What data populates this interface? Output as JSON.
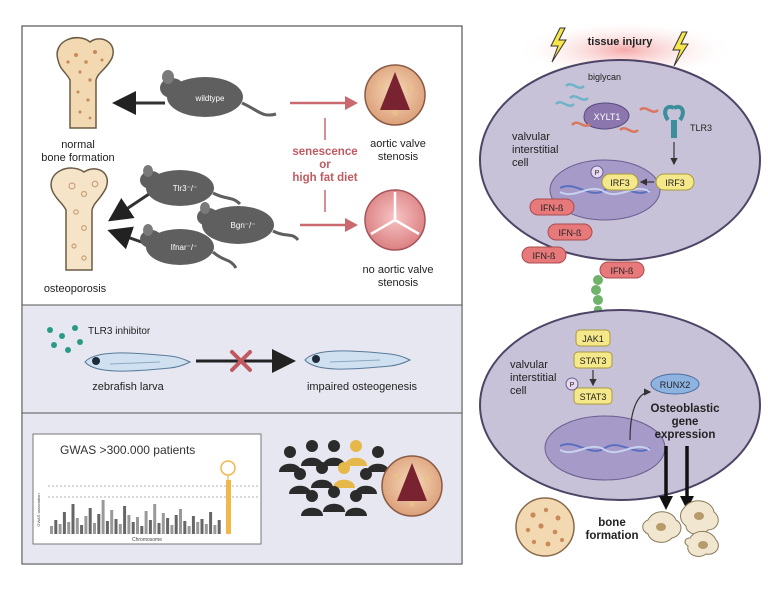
{
  "left_panel": {
    "top": {
      "normal_bone_line1": "normal",
      "normal_bone_line2": "bone formation",
      "osteoporosis": "osteoporosis",
      "mouse_wildtype": "wildtype",
      "mouse_tlr3": "Tlr3⁻/⁻",
      "mouse_bgn": "Bgn⁻/⁻",
      "mouse_ifnar": "Ifnar⁻/⁻",
      "condition_line1": "senescence",
      "condition_line2": "or",
      "condition_line3": "high fat diet",
      "stenosis_line1": "aortic valve",
      "stenosis_line2": "stenosis",
      "no_stenosis_line1": "no aortic valve",
      "no_stenosis_line2": "stenosis"
    },
    "middle": {
      "inhibitor": "TLR3 inhibitor",
      "larva": "zebrafish larva",
      "impaired": "impaired osteogenesis"
    },
    "bottom": {
      "gwas_title": "GWAS >300.000 patients",
      "gwas_ylabel": "GWAS association",
      "gwas_xlabel": "Chromosome"
    }
  },
  "right_panel": {
    "tissue_injury": "tissue injury",
    "biglycan": "biglycan",
    "xylt1": "XYLT1",
    "tlr3": "TLR3",
    "vic1_line1": "valvular",
    "vic1_line2": "interstitial",
    "vic1_line3": "cell",
    "irf3_nuclear": "IRF3",
    "irf3_cyto": "IRF3",
    "phospho1": "P",
    "ifnb_1": "IFN-ß",
    "ifnb_2": "IFN-ß",
    "ifnb_3": "IFN-ß",
    "ifnb_4": "IFN-ß",
    "jak1": "JAK1",
    "stat3_a": "STAT3",
    "stat3_b": "STAT3",
    "phospho2": "P",
    "runx2": "RUNX2",
    "vic2_line1": "valvular",
    "vic2_line2": "interstitial",
    "vic2_line3": "cell",
    "osteo_line1": "Osteoblastic",
    "osteo_line2": "gene",
    "osteo_line3": "expression",
    "bone_line1": "bone",
    "bone_line2": "formation"
  },
  "colors": {
    "cell_fill": "#c7c2d8",
    "nucleus_fill": "#a69bc8",
    "ifn_fill": "#e8797b",
    "stat_fill": "#f5e88a",
    "runx_fill": "#8fb3e0",
    "arrow_red": "#c96a6f",
    "panel_bg": "#e7e7f1",
    "gwas_bar": "#f0b84a"
  }
}
